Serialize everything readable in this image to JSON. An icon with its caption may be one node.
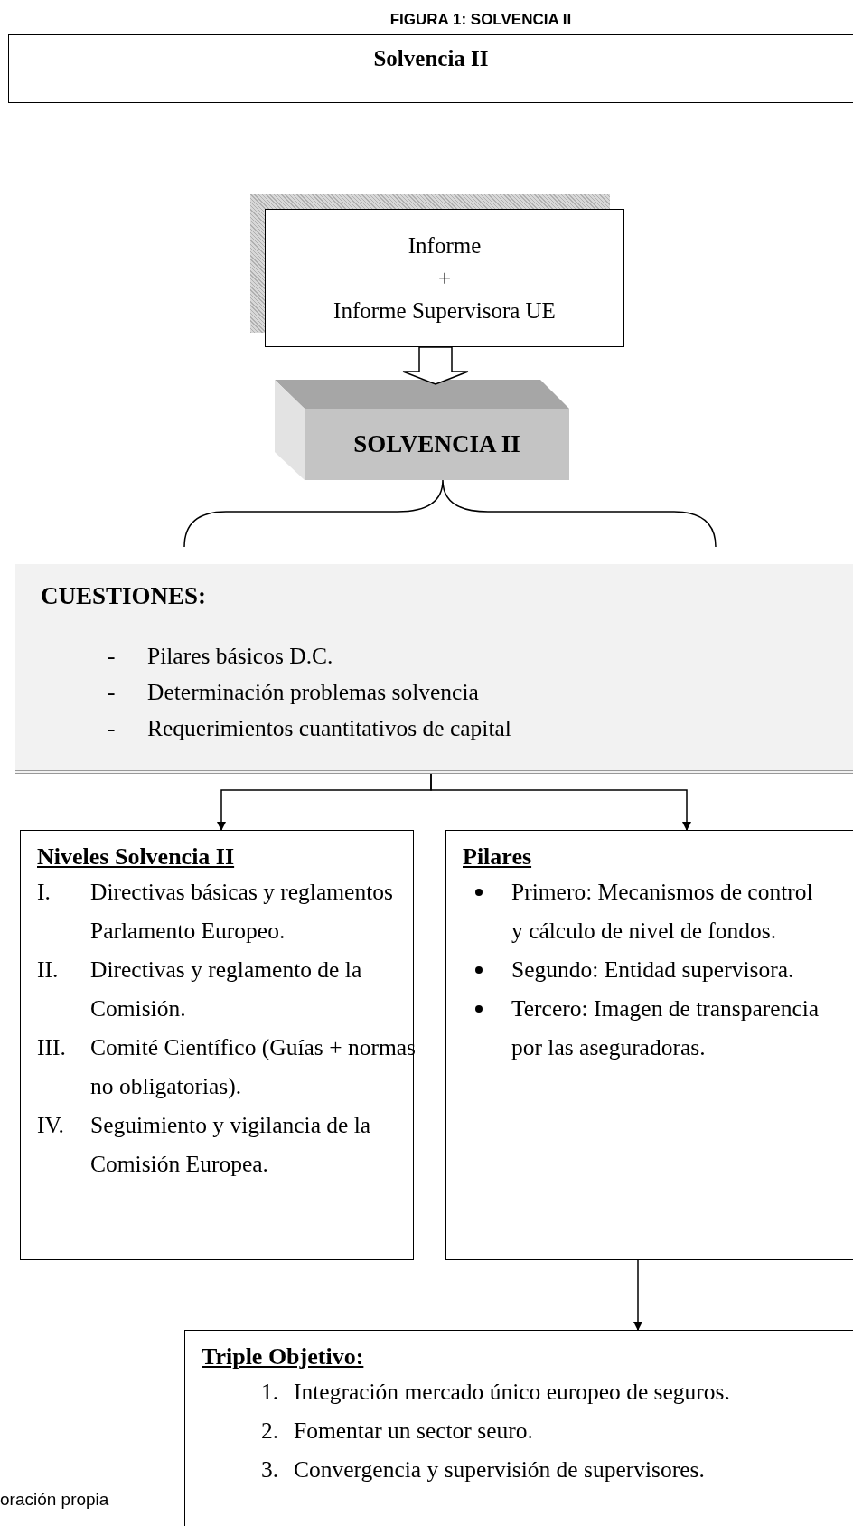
{
  "diagram": {
    "title": "FIGURA 1: SOLVENCIA II",
    "nodes": [
      {
        "text": [
          "Solvencia II"
        ]
      },
      {
        "text": [
          "Informe",
          "+",
          "Informe Supervisora UE"
        ]
      },
      {
        "text": [
          "SOLVENCIA II"
        ]
      },
      {
        "text": [
          "CUESTIONES:",
          "-",
          "Pilares básicos D.C.",
          "-",
          "Determinación problemas solvencia",
          "-",
          "Requerimientos cuantitativos de capital"
        ]
      },
      {
        "text": [
          "Niveles Solvencia II",
          "I.",
          "Directivas básicas y reglamentos Parlamento Europeo.",
          "II.",
          "Directivas y reglamento de la Comisión.",
          "III.",
          "Comité Científico (Guías + normas no obligatorias).",
          "IV.",
          "Seguimiento y vigilancia de la Comisión Europea."
        ]
      },
      {
        "text": [
          "Pilares",
          "Primero: Mecanismos de control y cálculo de nivel de fondos.",
          "Segundo: Entidad supervisora.",
          "Tercero: Imagen de transparencia por las aseguradoras."
        ]
      },
      {
        "text": [
          "Triple Objetivo:",
          "1.",
          "Integración mercado único europeo de seguros.",
          "2.",
          "Fomentar un sector seuro.",
          "3.",
          "Convergencia y supervisión de  supervisores."
        ]
      }
    ],
    "edges": [
      {
        "from": 1,
        "to": 2,
        "arrow": "to",
        "style": "thick"
      },
      {
        "from": 3,
        "to": 4,
        "arrow": "to"
      },
      {
        "from": 3,
        "to": 5,
        "arrow": "to"
      },
      {
        "from": 5,
        "to": 6,
        "arrow": "to"
      }
    ],
    "labels": [
      "oración propia"
    ]
  }
}
